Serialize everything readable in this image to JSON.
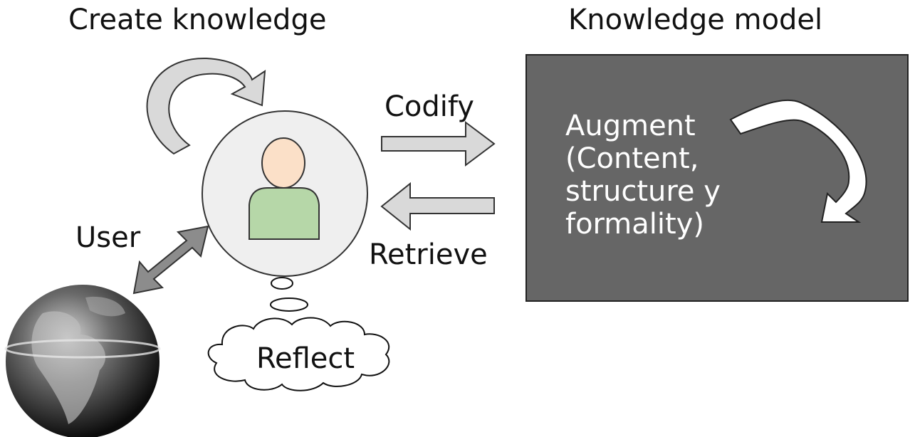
{
  "titles": {
    "create_knowledge": "Create knowledge",
    "knowledge_model": "Knowledge model"
  },
  "arrows": {
    "codify": "Codify",
    "retrieve": "Retrieve"
  },
  "user_label": "User",
  "reflect_label": "Reflect",
  "model_box": {
    "augment_text": "Augment (Content, structure y formality)"
  },
  "icons": [
    "user-icon",
    "globe-icon",
    "thought-cloud-icon",
    "cycle-arrow-icon"
  ],
  "colors": {
    "model_box": "#666666",
    "arrow_fill": "#d9d9d9",
    "user_arrow": "#8c8c8c",
    "person_head": "#fbe0c8",
    "person_body": "#b6d7a8",
    "user_circle": "#efefef"
  }
}
